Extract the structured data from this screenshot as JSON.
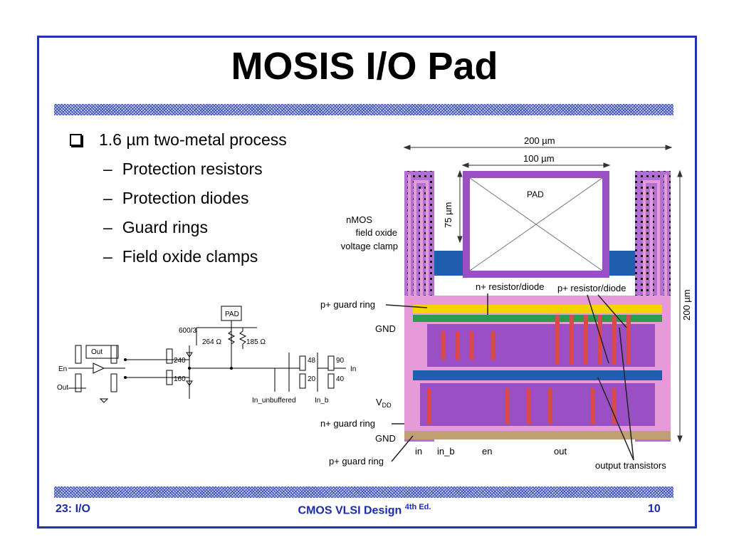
{
  "slide": {
    "title": "MOSIS I/O Pad",
    "bullet_main": "1.6 µm two-metal process",
    "sub_bullets": [
      "Protection resistors",
      "Protection diodes",
      "Guard rings",
      "Field oxide clamps"
    ]
  },
  "schematic": {
    "pad": "PAD",
    "r_ratio": "600/3",
    "r1": "264 Ω",
    "r2": "185 Ω",
    "out_top": "Out",
    "en": "En",
    "out_left": "Out",
    "w240": "240",
    "w160": "160",
    "w48": "48",
    "w20": "20",
    "w90": "90",
    "w40": "40",
    "in_right": "In",
    "in_unbuffered": "In_unbuffered",
    "in_b": "In_b"
  },
  "layout": {
    "dim_200_top": "200 µm",
    "dim_100": "100 µm",
    "dim_75": "75 µm",
    "dim_200_right": "200 µm",
    "pad": "PAD",
    "nmos_line1": "nMOS",
    "nmos_line2": "field oxide",
    "nmos_line3": "voltage clamp",
    "n_resistor": "n+ resistor/diode",
    "p_resistor": "p+ resistor/diode",
    "p_guard_1": "p+ guard ring",
    "gnd_1": "GND",
    "vdd": "V",
    "vdd_sub": "DD",
    "n_guard": "n+ guard ring",
    "gnd_2": "GND",
    "p_guard_2": "p+ guard ring",
    "pin_in": "in",
    "pin_in_b": "in_b",
    "pin_en": "en",
    "pin_out": "out",
    "output_transistors": "output transistors"
  },
  "footer": {
    "left": "23: I/O",
    "center": "CMOS VLSI Design",
    "center_sup": "4th Ed.",
    "right": "10"
  },
  "colors": {
    "frame": "#2233aa",
    "footer_text": "#1b2ca8",
    "metal_purple": "#9b4fc4",
    "pink": "#e79ad8",
    "blue": "#1f5fae"
  }
}
